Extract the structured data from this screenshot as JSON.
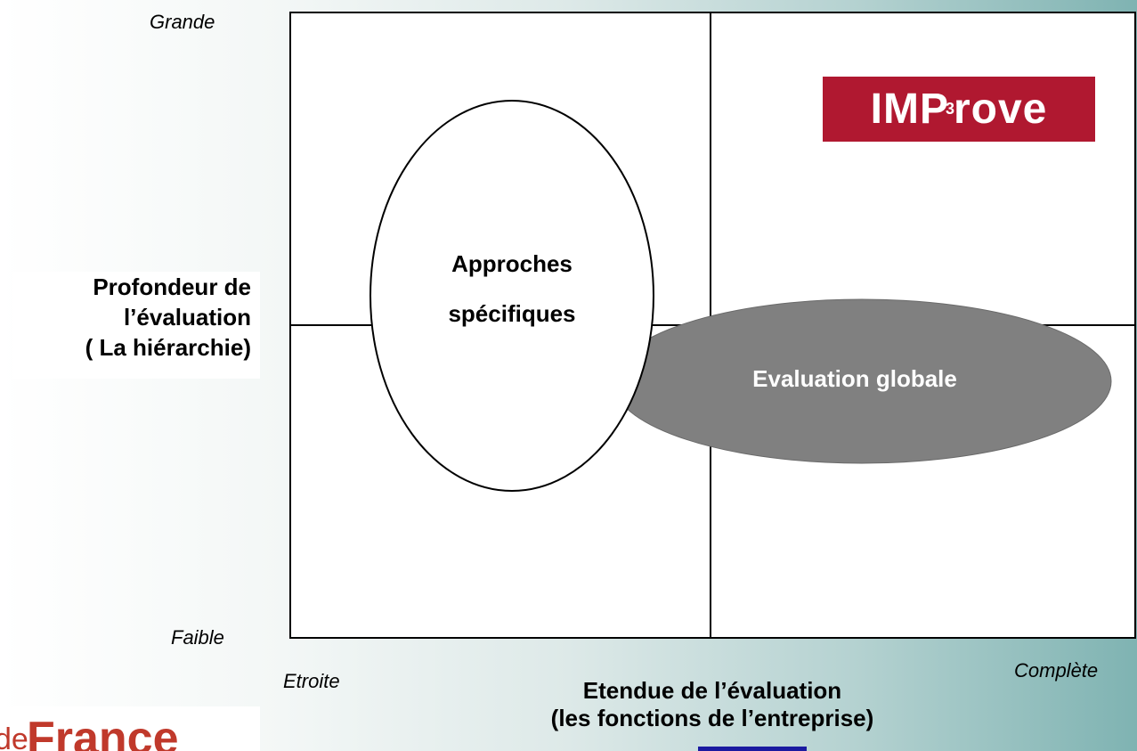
{
  "axes": {
    "y_top": "Grande",
    "y_bottom": "Faible",
    "x_left": "Etroite",
    "x_right": "Complète",
    "y_title_line1": "Profondeur de",
    "y_title_line2": "l’évaluation",
    "y_title_line3": "( La hiérarchie)",
    "x_title_line1": "Etendue de l’évaluation",
    "x_title_line2": "(les fonctions de l’entreprise)"
  },
  "bubbles": {
    "specific_line1": "Approches",
    "specific_line2": "spécifiques",
    "global": "Evaluation globale"
  },
  "logos": {
    "improve_main": "IMProve",
    "improve_sup": "3",
    "bdf_small": "de",
    "bdf_big": "France"
  },
  "colors": {
    "global_bubble": "#808080",
    "improve_red": "#b01830",
    "grid_line": "#000000"
  }
}
